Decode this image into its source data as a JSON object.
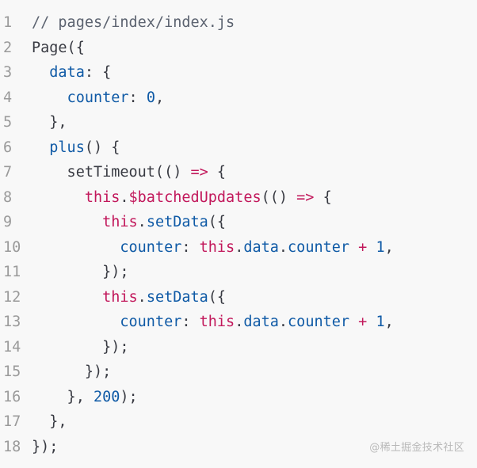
{
  "editor": {
    "lines": [
      {
        "num": "1",
        "tokens": [
          {
            "t": "// pages/index/index.js",
            "c": "comment"
          }
        ]
      },
      {
        "num": "2",
        "tokens": [
          {
            "t": "Page({",
            "c": "plain"
          }
        ]
      },
      {
        "num": "3",
        "tokens": [
          {
            "t": "  ",
            "c": "plain"
          },
          {
            "t": "data",
            "c": "prop"
          },
          {
            "t": ": {",
            "c": "plain"
          }
        ]
      },
      {
        "num": "4",
        "tokens": [
          {
            "t": "    ",
            "c": "plain"
          },
          {
            "t": "counter",
            "c": "prop"
          },
          {
            "t": ": ",
            "c": "plain"
          },
          {
            "t": "0",
            "c": "num"
          },
          {
            "t": ",",
            "c": "plain"
          }
        ]
      },
      {
        "num": "5",
        "tokens": [
          {
            "t": "  },",
            "c": "plain"
          }
        ]
      },
      {
        "num": "6",
        "tokens": [
          {
            "t": "  ",
            "c": "plain"
          },
          {
            "t": "plus",
            "c": "func"
          },
          {
            "t": "() {",
            "c": "plain"
          }
        ]
      },
      {
        "num": "7",
        "tokens": [
          {
            "t": "    setTimeout(() ",
            "c": "plain"
          },
          {
            "t": "=>",
            "c": "op"
          },
          {
            "t": " {",
            "c": "plain"
          }
        ]
      },
      {
        "num": "8",
        "tokens": [
          {
            "t": "      ",
            "c": "plain"
          },
          {
            "t": "this",
            "c": "keyword"
          },
          {
            "t": ".",
            "c": "plain"
          },
          {
            "t": "$batchedUpdates",
            "c": "keyword"
          },
          {
            "t": "(() ",
            "c": "plain"
          },
          {
            "t": "=>",
            "c": "op"
          },
          {
            "t": " {",
            "c": "plain"
          }
        ]
      },
      {
        "num": "9",
        "tokens": [
          {
            "t": "        ",
            "c": "plain"
          },
          {
            "t": "this",
            "c": "keyword"
          },
          {
            "t": ".",
            "c": "plain"
          },
          {
            "t": "setData",
            "c": "func"
          },
          {
            "t": "({",
            "c": "plain"
          }
        ]
      },
      {
        "num": "10",
        "tokens": [
          {
            "t": "          ",
            "c": "plain"
          },
          {
            "t": "counter",
            "c": "prop"
          },
          {
            "t": ": ",
            "c": "plain"
          },
          {
            "t": "this",
            "c": "keyword"
          },
          {
            "t": ".",
            "c": "plain"
          },
          {
            "t": "data",
            "c": "prop"
          },
          {
            "t": ".",
            "c": "plain"
          },
          {
            "t": "counter",
            "c": "prop"
          },
          {
            "t": " ",
            "c": "plain"
          },
          {
            "t": "+",
            "c": "op"
          },
          {
            "t": " ",
            "c": "plain"
          },
          {
            "t": "1",
            "c": "num"
          },
          {
            "t": ",",
            "c": "plain"
          }
        ]
      },
      {
        "num": "11",
        "tokens": [
          {
            "t": "        });",
            "c": "plain"
          }
        ]
      },
      {
        "num": "12",
        "tokens": [
          {
            "t": "        ",
            "c": "plain"
          },
          {
            "t": "this",
            "c": "keyword"
          },
          {
            "t": ".",
            "c": "plain"
          },
          {
            "t": "setData",
            "c": "func"
          },
          {
            "t": "({",
            "c": "plain"
          }
        ]
      },
      {
        "num": "13",
        "tokens": [
          {
            "t": "          ",
            "c": "plain"
          },
          {
            "t": "counter",
            "c": "prop"
          },
          {
            "t": ": ",
            "c": "plain"
          },
          {
            "t": "this",
            "c": "keyword"
          },
          {
            "t": ".",
            "c": "plain"
          },
          {
            "t": "data",
            "c": "prop"
          },
          {
            "t": ".",
            "c": "plain"
          },
          {
            "t": "counter",
            "c": "prop"
          },
          {
            "t": " ",
            "c": "plain"
          },
          {
            "t": "+",
            "c": "op"
          },
          {
            "t": " ",
            "c": "plain"
          },
          {
            "t": "1",
            "c": "num"
          },
          {
            "t": ",",
            "c": "plain"
          }
        ]
      },
      {
        "num": "14",
        "tokens": [
          {
            "t": "        });",
            "c": "plain"
          }
        ]
      },
      {
        "num": "15",
        "tokens": [
          {
            "t": "      });",
            "c": "plain"
          }
        ]
      },
      {
        "num": "16",
        "tokens": [
          {
            "t": "    }, ",
            "c": "plain"
          },
          {
            "t": "200",
            "c": "num"
          },
          {
            "t": ");",
            "c": "plain"
          }
        ]
      },
      {
        "num": "17",
        "tokens": [
          {
            "t": "  },",
            "c": "plain"
          }
        ]
      },
      {
        "num": "18",
        "tokens": [
          {
            "t": "});",
            "c": "plain"
          }
        ]
      }
    ]
  },
  "watermark": {
    "text": "@稀土掘金技术社区"
  },
  "colors": {
    "background": "#f8f8f8",
    "line_number": "#9a9a9a",
    "plain": "#383a42",
    "comment": "#5c6370",
    "property": "#0f5aa6",
    "keyword": "#c2185b"
  }
}
